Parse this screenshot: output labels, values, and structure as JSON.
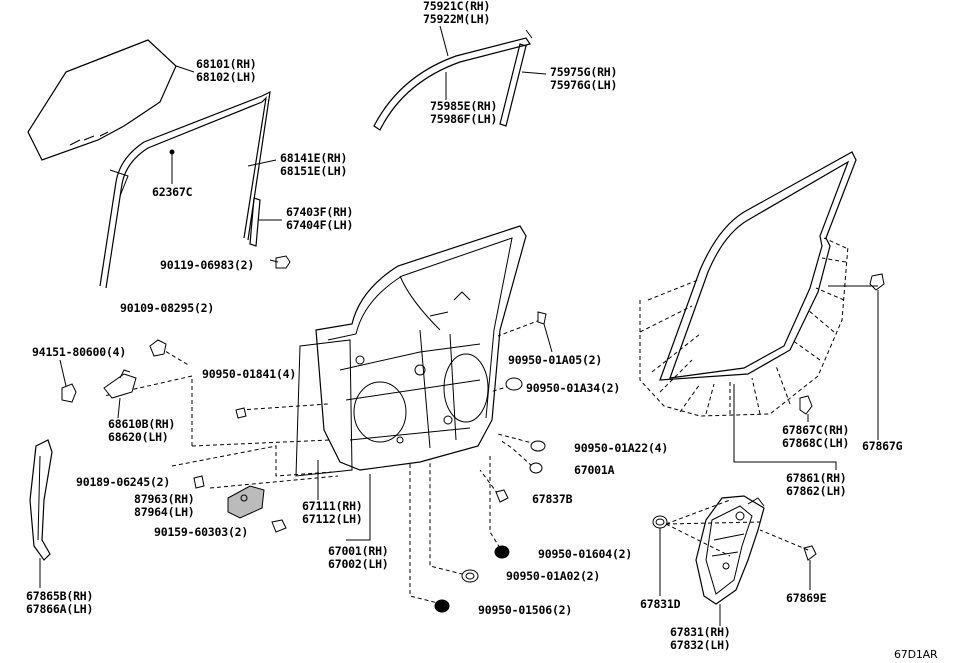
{
  "diagram": {
    "code": "67D1AR",
    "labels": {
      "l75921": [
        "75921C(RH)",
        "75922M(LH)"
      ],
      "l68101": [
        "68101(RH)",
        "68102(LH)"
      ],
      "l75975": [
        "75975G(RH)",
        "75976G(LH)"
      ],
      "l75985": [
        "75985E(RH)",
        "75986F(LH)"
      ],
      "l68141": [
        "68141E(RH)",
        "68151E(LH)"
      ],
      "l62367": [
        "62367C"
      ],
      "l67403": [
        "67403F(RH)",
        "67404F(LH)"
      ],
      "l90119": [
        "90119-06983(2)"
      ],
      "l90109": [
        "90109-08295(2)"
      ],
      "l94151": [
        "94151-80600(4)"
      ],
      "l90950a05": [
        "90950-01A05(2)"
      ],
      "l90950_1841": [
        "90950-01841(4)"
      ],
      "l90950a34": [
        "90950-01A34(2)"
      ],
      "l68610": [
        "68610B(RH)",
        "68620(LH)"
      ],
      "l90950a22": [
        "90950-01A22(4)"
      ],
      "l67001a": [
        "67001A"
      ],
      "l90189": [
        "90189-06245(2)"
      ],
      "l87963": [
        "87963(RH)",
        "87964(LH)"
      ],
      "l67837": [
        "67837B"
      ],
      "l90159": [
        "90159-60303(2)"
      ],
      "l67111": [
        "67111(RH)",
        "67112(LH)"
      ],
      "l67001": [
        "67001(RH)",
        "67002(LH)"
      ],
      "l90950_1604": [
        "90950-01604(2)"
      ],
      "l90950a02": [
        "90950-01A02(2)"
      ],
      "l90950_1506": [
        "90950-01506(2)"
      ],
      "l67867c": [
        "67867C(RH)",
        "67868C(LH)"
      ],
      "l67867g": [
        "67867G"
      ],
      "l67861": [
        "67861(RH)",
        "67862(LH)"
      ],
      "l67865": [
        "67865B(RH)",
        "67866A(LH)"
      ],
      "l67831d": [
        "67831D"
      ],
      "l67869": [
        "67869E"
      ],
      "l67831": [
        "67831(RH)",
        "67832(LH)"
      ]
    }
  }
}
